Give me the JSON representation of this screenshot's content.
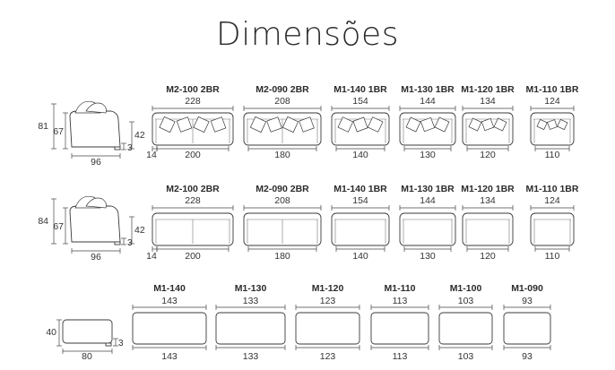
{
  "title": "Dimensões",
  "side_views": [
    {
      "height": "81",
      "seat_height": "67",
      "depth": "96",
      "foot": "3",
      "leg": "42"
    },
    {
      "height": "84",
      "seat_height": "67",
      "depth": "96",
      "foot": "3",
      "leg": "42"
    },
    {
      "height": "40",
      "depth": "80",
      "foot": "3"
    }
  ],
  "row1": [
    {
      "code": "M2-100 2BR",
      "top": "228",
      "bottom": "200",
      "arm": "14"
    },
    {
      "code": "M2-090 2BR",
      "top": "208",
      "bottom": "180"
    },
    {
      "code": "M1-140 1BR",
      "top": "154",
      "bottom": "140"
    },
    {
      "code": "M1-130 1BR",
      "top": "144",
      "bottom": "130"
    },
    {
      "code": "M1-120 1BR",
      "top": "134",
      "bottom": "120"
    },
    {
      "code": "M1-110 1BR",
      "top": "124",
      "bottom": "110"
    }
  ],
  "row2": [
    {
      "code": "M2-100 2BR",
      "top": "228",
      "bottom": "200",
      "arm": "14"
    },
    {
      "code": "M2-090 2BR",
      "top": "208",
      "bottom": "180"
    },
    {
      "code": "M1-140 1BR",
      "top": "154",
      "bottom": "140"
    },
    {
      "code": "M1-130 1BR",
      "top": "144",
      "bottom": "130"
    },
    {
      "code": "M1-120 1BR",
      "top": "134",
      "bottom": "120"
    },
    {
      "code": "M1-110 1BR",
      "top": "124",
      "bottom": "110"
    }
  ],
  "row3": [
    {
      "code": "M1-140",
      "top": "143",
      "bottom": "143"
    },
    {
      "code": "M1-130",
      "top": "133",
      "bottom": "133"
    },
    {
      "code": "M1-120",
      "top": "123",
      "bottom": "123"
    },
    {
      "code": "M1-110",
      "top": "113",
      "bottom": "113"
    },
    {
      "code": "M1-100",
      "top": "103",
      "bottom": "103"
    },
    {
      "code": "M1-090",
      "top": "93",
      "bottom": "93"
    }
  ]
}
